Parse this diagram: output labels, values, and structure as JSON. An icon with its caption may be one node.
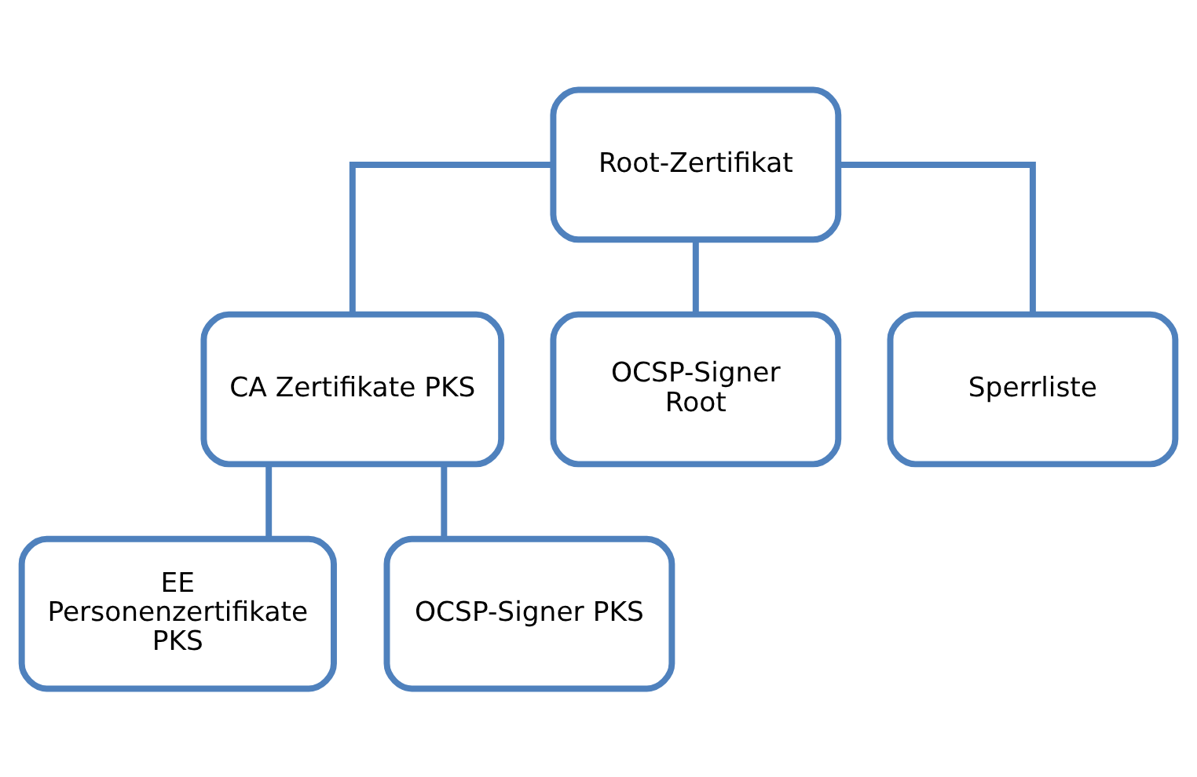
{
  "diagram": {
    "nodes": [
      {
        "text": [
          "Root-Zertifikat"
        ]
      },
      {
        "text": [
          "CA Zertifikate PKS"
        ]
      },
      {
        "text": [
          "OCSP-Signer Root"
        ]
      },
      {
        "text": [
          "Sperrliste"
        ]
      },
      {
        "text": [
          "EE Personenzertifikate PKS"
        ]
      },
      {
        "text": [
          "OCSP-Signer PKS"
        ]
      }
    ],
    "edges": [
      {
        "from": 0,
        "to": 1,
        "arrow": "none"
      },
      {
        "from": 0,
        "to": 2,
        "arrow": "none"
      },
      {
        "from": 0,
        "to": 3,
        "arrow": "none"
      },
      {
        "from": 1,
        "to": 4,
        "arrow": "none"
      },
      {
        "from": 1,
        "to": 5,
        "arrow": "none"
      }
    ]
  }
}
